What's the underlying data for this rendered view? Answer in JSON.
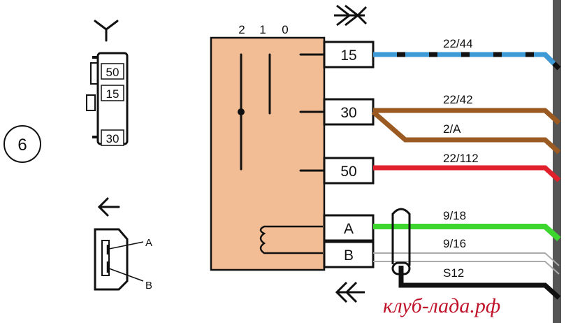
{
  "component_number": "6",
  "switch_positions": [
    "2",
    "1",
    "0"
  ],
  "terminals": {
    "t15": "15",
    "t30": "30",
    "t50": "50",
    "tA": "A",
    "tB": "B"
  },
  "connector_top": {
    "pins": [
      "50",
      "15",
      "30"
    ]
  },
  "connector_bottom": {
    "pin_a": "A",
    "pin_b": "B"
  },
  "wires": {
    "w15": "22/44",
    "w30a": "22/42",
    "w30b": "2/A",
    "w50": "22/112",
    "wA": "9/18",
    "wB": "9/16",
    "wS": "S12"
  },
  "colors": {
    "switch_body": "#f2bd94",
    "wire_blue": "#3d9ad6",
    "wire_brown": "#9a5a22",
    "wire_red": "#e0202a",
    "wire_green": "#3dd62f",
    "wire_black": "#111111",
    "wire_gray": "#aaaaaa",
    "frame": "#555555",
    "watermark": "#c0132a"
  },
  "watermark": "клуб-лада.рф"
}
